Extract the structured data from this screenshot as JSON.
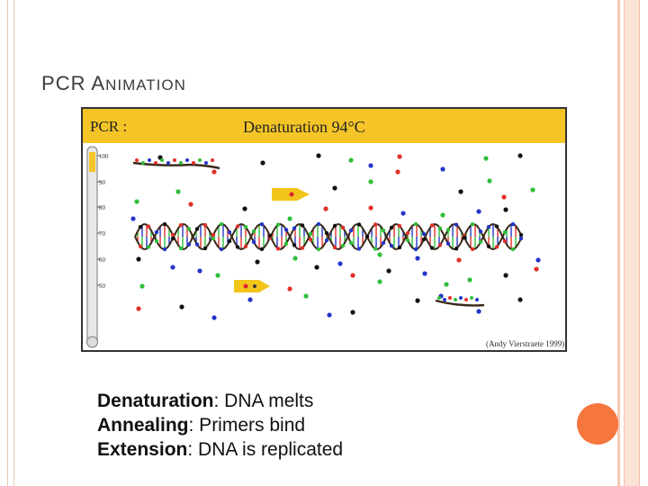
{
  "slide": {
    "title_first": "P",
    "title_rest_a": "CR ",
    "title_cap2": "A",
    "title_rest_b": "NIMATION"
  },
  "animation": {
    "header_left": "PCR :",
    "header_center": "Denaturation 94°C",
    "credit": "(Andy Vierstraete 1999)",
    "thermometer_ticks": [
      "100",
      "90",
      "80",
      "70",
      "60",
      "50"
    ],
    "colors": {
      "header": "#f5c528",
      "background": "#ffffff",
      "primer": "#f2c51b",
      "strand": "#3a2a1a",
      "nucleotide_red": "#e0302a",
      "nucleotide_green": "#2fbf3a",
      "nucleotide_blue": "#2436c8",
      "nucleotide_black": "#111111"
    }
  },
  "bullets": [
    {
      "term": "Denaturation",
      "text": ": DNA melts"
    },
    {
      "term": "Annealing",
      "text": ": Primers bind"
    },
    {
      "term": "Extension",
      "text": ": DNA is replicated"
    }
  ]
}
